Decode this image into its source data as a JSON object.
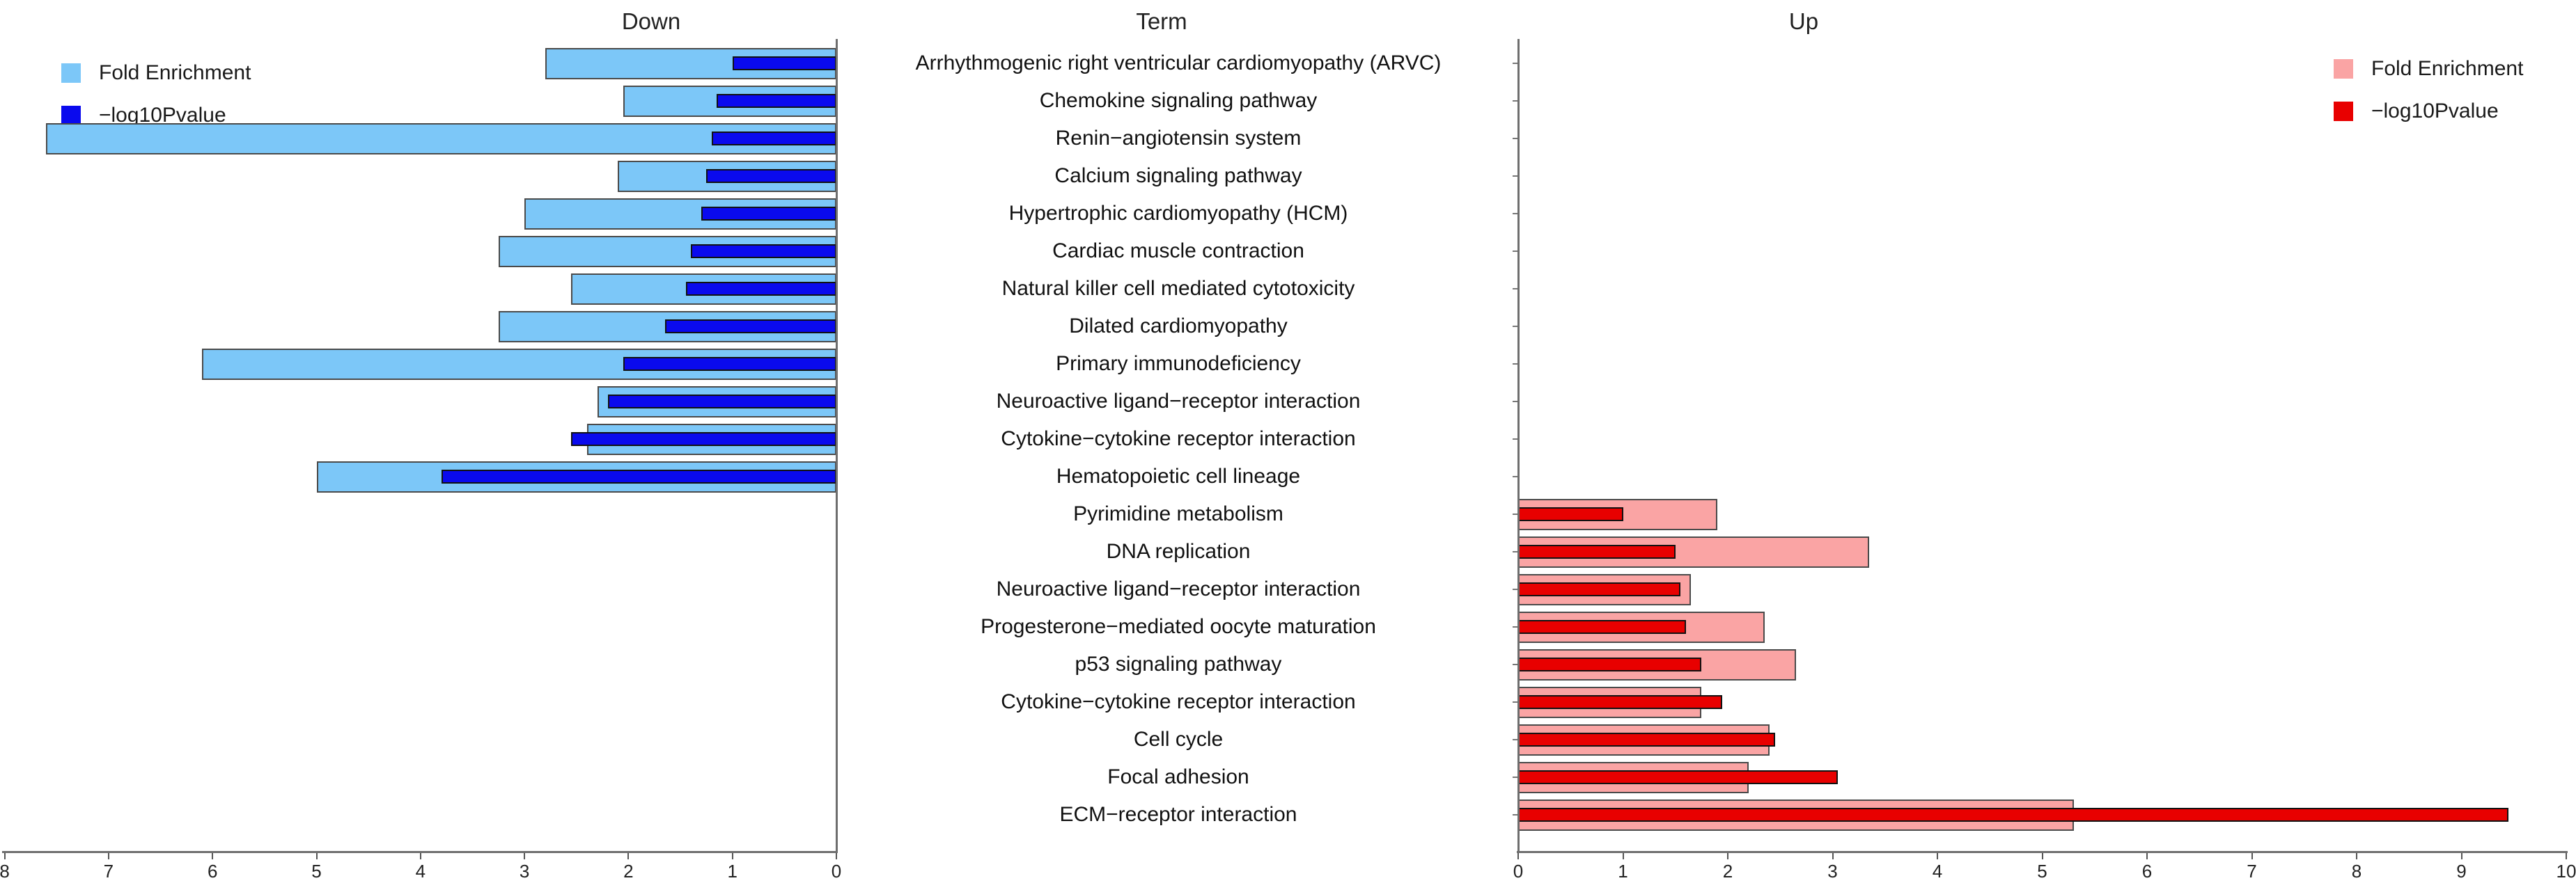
{
  "figure_titles": {
    "down": "Down",
    "term": "Term",
    "up": "Up"
  },
  "colors": {
    "down_fold": "#7CC7F8",
    "down_pvalue": "#0A0AEE",
    "up_fold": "#FAA4A4",
    "up_pvalue": "#E80000",
    "axis": "#6E6E6E",
    "text": "#1A1A1A"
  },
  "chart_data": {
    "type": "bar",
    "layout": "back-to-back-horizontal",
    "grid": false,
    "center_title": "Term",
    "categories": [
      "Arrhythmogenic right ventricular cardiomyopathy (ARVC)",
      "Chemokine signaling pathway",
      "Renin−angiotensin system",
      "Calcium signaling pathway",
      "Hypertrophic cardiomyopathy (HCM)",
      "Cardiac muscle contraction",
      "Natural killer cell mediated cytotoxicity",
      "Dilated cardiomyopathy",
      "Primary immunodeficiency",
      "Neuroactive ligand−receptor interaction",
      "Cytokine−cytokine receptor interaction",
      "Hematopoietic cell lineage",
      "Pyrimidine metabolism",
      "DNA replication",
      "Neuroactive ligand−receptor interaction",
      "Progesterone−mediated oocyte maturation",
      "p53 signaling pathway",
      "Cytokine−cytokine receptor interaction",
      "Cell cycle",
      "Focal adhesion",
      "ECM−receptor interaction"
    ],
    "panels": [
      {
        "id": "down",
        "title": "Down",
        "side": "left",
        "xlim": [
          0,
          8
        ],
        "axis_ticks": [
          8,
          7,
          6,
          5,
          4,
          3,
          2,
          1,
          0
        ],
        "legend_position": "top-left",
        "series": [
          {
            "name": "Fold Enrichment",
            "color": "#7CC7F8",
            "values": [
              2.8,
              2.05,
              7.6,
              2.1,
              3.0,
              3.25,
              2.55,
              3.25,
              6.1,
              2.3,
              2.4,
              5.0,
              null,
              null,
              null,
              null,
              null,
              null,
              null,
              null,
              null
            ]
          },
          {
            "name": "−log10Pvalue",
            "color": "#0A0AEE",
            "values": [
              1.0,
              1.15,
              1.2,
              1.25,
              1.3,
              1.4,
              1.45,
              1.65,
              2.05,
              2.2,
              2.55,
              3.8,
              null,
              null,
              null,
              null,
              null,
              null,
              null,
              null,
              null
            ]
          }
        ]
      },
      {
        "id": "up",
        "title": "Up",
        "side": "right",
        "xlim": [
          0,
          10
        ],
        "axis_ticks": [
          0,
          1,
          2,
          3,
          4,
          5,
          6,
          7,
          8,
          9,
          10
        ],
        "legend_position": "top-right",
        "series": [
          {
            "name": "Fold Enrichment",
            "color": "#FAA4A4",
            "values": [
              null,
              null,
              null,
              null,
              null,
              null,
              null,
              null,
              null,
              null,
              null,
              null,
              1.9,
              3.35,
              1.65,
              2.35,
              2.65,
              1.75,
              2.4,
              2.2,
              5.3
            ]
          },
          {
            "name": "−log10Pvalue",
            "color": "#E80000",
            "values": [
              null,
              null,
              null,
              null,
              null,
              null,
              null,
              null,
              null,
              null,
              null,
              null,
              1.0,
              1.5,
              1.55,
              1.6,
              1.75,
              1.95,
              2.45,
              3.05,
              9.45
            ]
          }
        ]
      }
    ]
  }
}
